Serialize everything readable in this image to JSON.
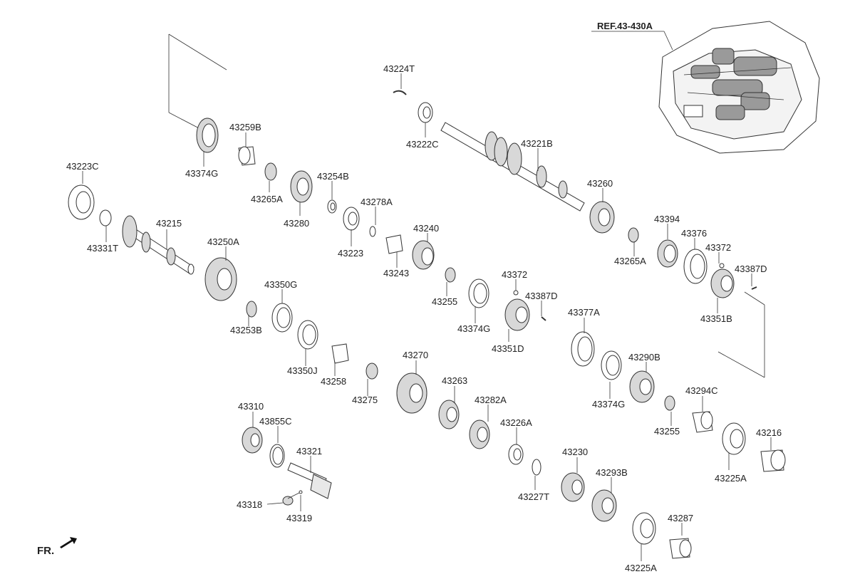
{
  "reference": {
    "label": "REF.43-430A"
  },
  "front_indicator": {
    "label": "FR."
  },
  "part_labels": [
    "43224T",
    "43222C",
    "43221B",
    "43259B",
    "43374G",
    "43223C",
    "43265A",
    "43280",
    "43254B",
    "43278A",
    "43215",
    "43331T",
    "43250A",
    "43223",
    "43240",
    "43243",
    "43260",
    "43265A",
    "43394",
    "43376",
    "43372",
    "43387D",
    "43351B",
    "43372",
    "43387D",
    "43255",
    "43374G",
    "43351D",
    "43350G",
    "43253B",
    "43350J",
    "43258",
    "43270",
    "43275",
    "43263",
    "43282A",
    "43377A",
    "43290B",
    "43374G",
    "43294C",
    "43255",
    "43216",
    "43225A",
    "43310",
    "43855C",
    "43321",
    "43226A",
    "43230",
    "43227T",
    "43293B",
    "43318",
    "43319",
    "43287",
    "43225A"
  ]
}
